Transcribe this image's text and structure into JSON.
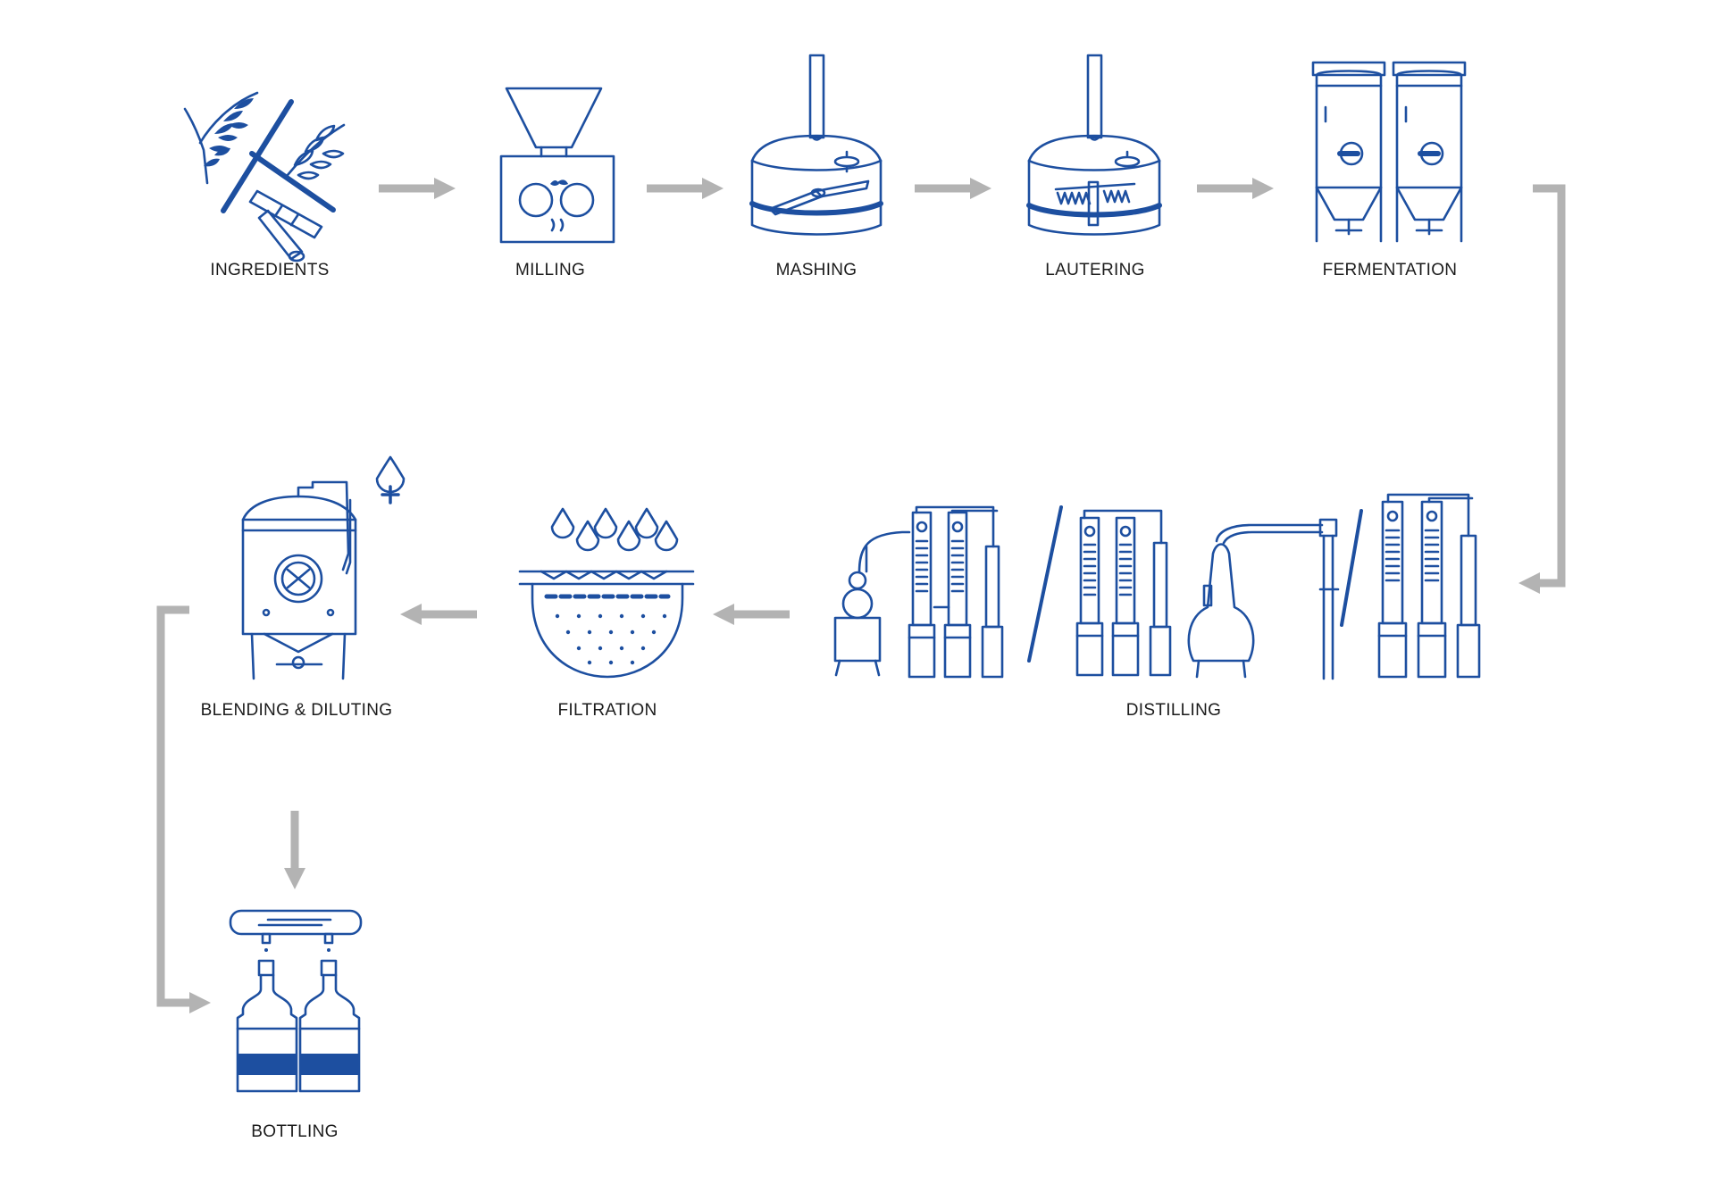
{
  "colors": {
    "ink": "#1d4fa0",
    "arrow": "#b3b3b3",
    "background": "#ffffff"
  },
  "steps": [
    {
      "label": "INGREDIENTS",
      "icon": "grain-and-sugarcane-icon"
    },
    {
      "label": "MILLING",
      "icon": "mill-icon"
    },
    {
      "label": "MASHING",
      "icon": "mash-tun-icon"
    },
    {
      "label": "LAUTERING",
      "icon": "lauter-tun-icon"
    },
    {
      "label": "FERMENTATION",
      "icon": "fermentation-tanks-icon"
    },
    {
      "label": "DISTILLING",
      "icon": "still-columns-icon"
    },
    {
      "label": "FILTRATION",
      "icon": "filter-icon"
    },
    {
      "label": "BLENDING & DILUTING",
      "icon": "blending-tank-icon"
    },
    {
      "label": "BOTTLING",
      "icon": "bottles-icon"
    }
  ]
}
